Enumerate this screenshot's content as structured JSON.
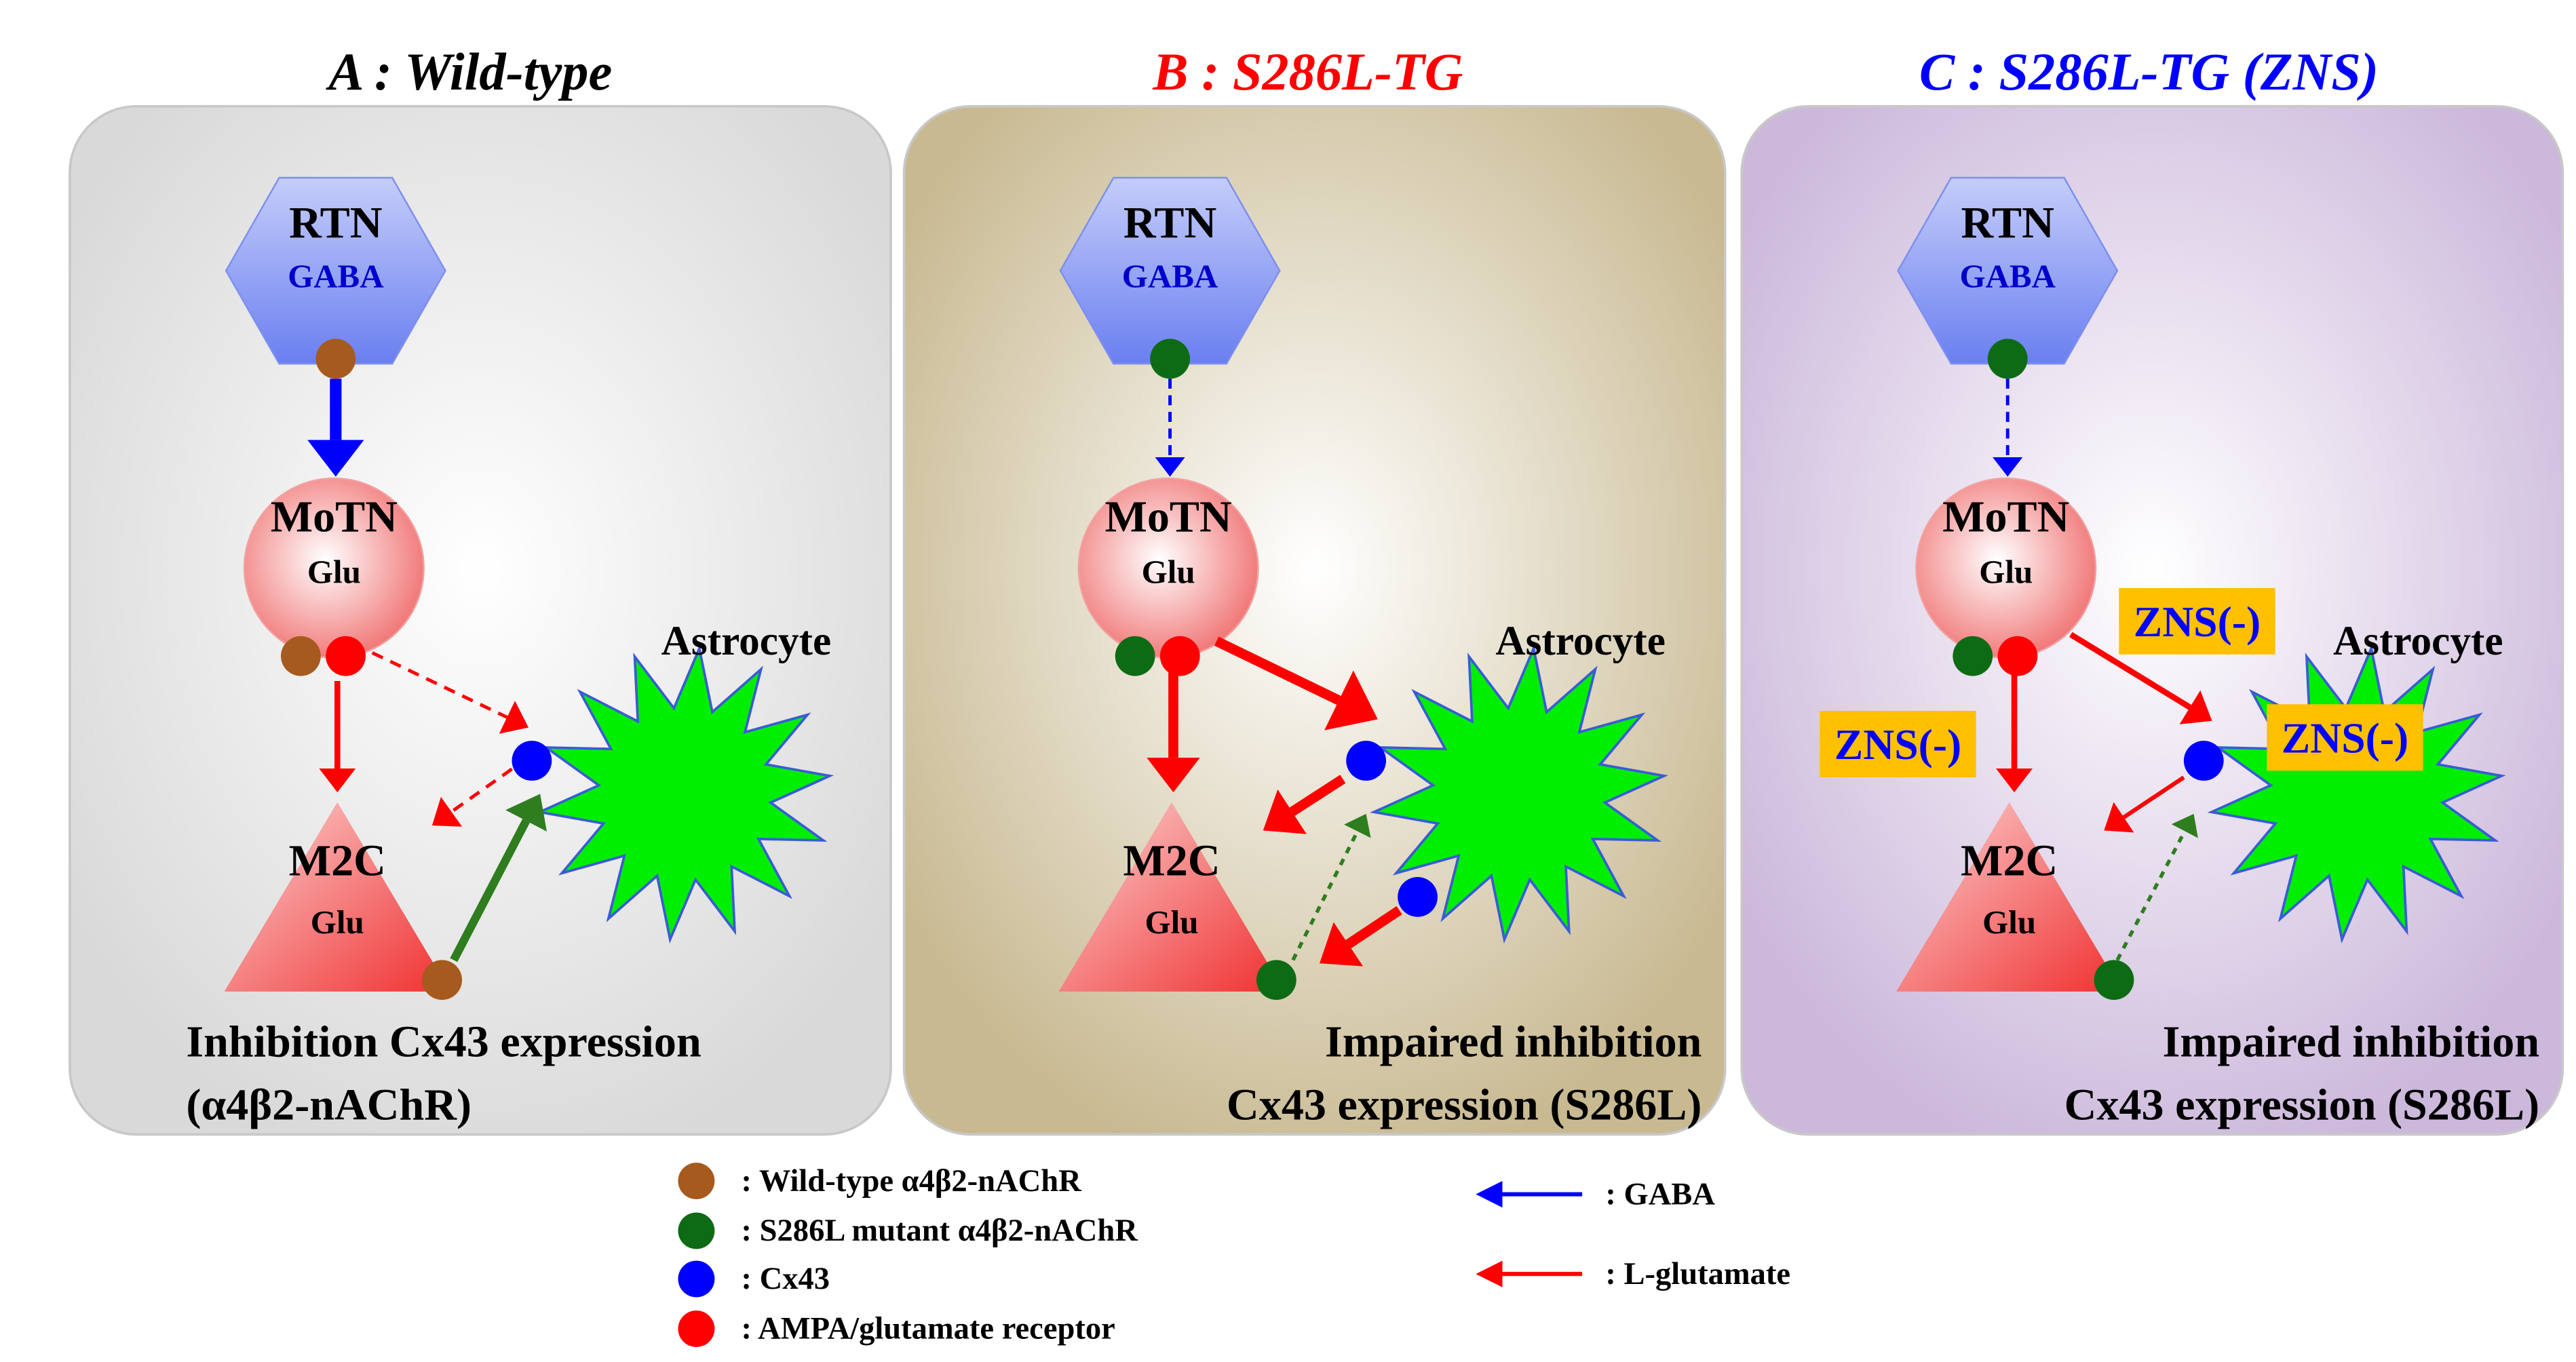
{
  "panels": [
    {
      "title": "A : Wild-type",
      "title_color": "#000000",
      "bg_inner": "#ffffff",
      "bg_outer": "#d9d9d9",
      "rtn_receptor_color": "#a65a1e",
      "motn_receptor_color": "#a65a1e",
      "m2c_receptor_color": "#a65a1e",
      "caption_line1": "Inhibition Cx43 expression",
      "caption_line2": "(α4β2-nAChR)",
      "zns_tags": []
    },
    {
      "title": "B : S286L-TG",
      "title_color": "#ff0000",
      "bg_inner": "#ffffff",
      "bg_outer": "#c8b991",
      "rtn_receptor_color": "#0d6b14",
      "motn_receptor_color": "#0d6b14",
      "m2c_receptor_color": "#0d6b14",
      "caption_line1": "Impaired inhibition",
      "caption_line2": "Cx43 expression (S286L)",
      "zns_tags": []
    },
    {
      "title": "C : S286L-TG (ZNS)",
      "title_color": "#0000ff",
      "bg_inner": "#ffffff",
      "bg_outer": "#ccb8db",
      "rtn_receptor_color": "#0d6b14",
      "motn_receptor_color": "#0d6b14",
      "m2c_receptor_color": "#0d6b14",
      "caption_line1": "Impaired inhibition",
      "caption_line2": "Cx43 expression (S286L)",
      "zns_tags": [
        "ZNS(-)",
        "ZNS(-)",
        "ZNS(-)"
      ]
    }
  ],
  "nodes": {
    "rtn_label": "RTN",
    "rtn_sublabel": "GABA",
    "motn_label": "MoTN",
    "motn_sublabel": "Glu",
    "m2c_label": "M2C",
    "m2c_sublabel": "Glu",
    "astrocyte_label": "Astrocyte"
  },
  "legend": {
    "items": [
      {
        "color": "#a65a1e",
        "label": ": Wild-type  α4β2-nAChR"
      },
      {
        "color": "#0d6b14",
        "label": ": S286L mutant α4β2-nAChR"
      },
      {
        "color": "#0000ff",
        "label": ": Cx43"
      },
      {
        "color": "#ff0000",
        "label": ": AMPA/glutamate receptor"
      }
    ],
    "arrows": [
      {
        "color": "#0000ff",
        "label": ": GABA"
      },
      {
        "color": "#ff0000",
        "label": ": L-glutamate"
      }
    ]
  },
  "colors": {
    "gaba": "#0000ff",
    "glutamate": "#ff0000",
    "nachr_wt": "#a65a1e",
    "nachr_mut": "#0d6b14",
    "cx43": "#0000ff",
    "ampa": "#ff0000",
    "astrocyte_fill": "#00ee00",
    "astrocyte_stroke": "#3a5bd6",
    "zns_tag_bg": "#ffc000",
    "zns_tag_text": "#0000ff"
  }
}
